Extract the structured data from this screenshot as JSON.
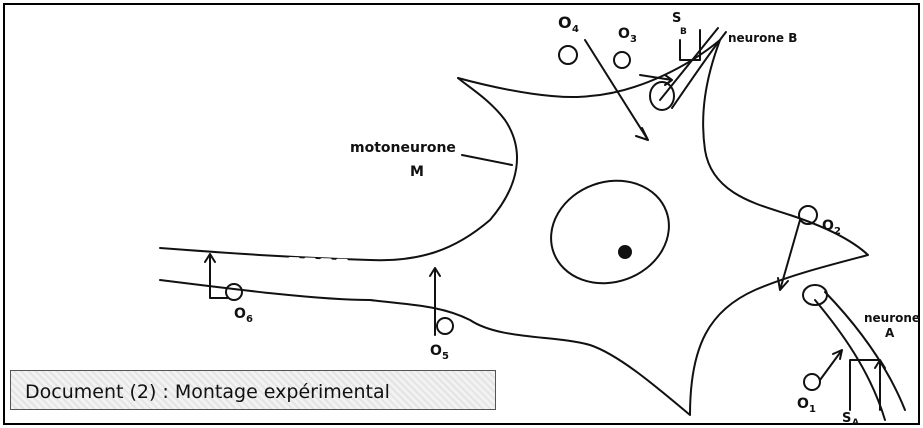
{
  "labels": {
    "motoneurone_line1": "motoneurone",
    "motoneurone_line2": "M",
    "neurone_b": "neurone B",
    "neurone_a_line1": "neurone",
    "neurone_a_line2": "A",
    "o1": "O",
    "o1_sub": "1",
    "o2": "O",
    "o2_sub": "2",
    "o3": "O",
    "o3_sub": "3",
    "o4": "O",
    "o4_sub": "4",
    "o5": "O",
    "o5_sub": "5",
    "o6": "O",
    "o6_sub": "6",
    "sa": "S",
    "sa_sub": "A",
    "sb": "S",
    "sb_sub": "B"
  },
  "caption": "Document (2) : Montage expérimental"
}
